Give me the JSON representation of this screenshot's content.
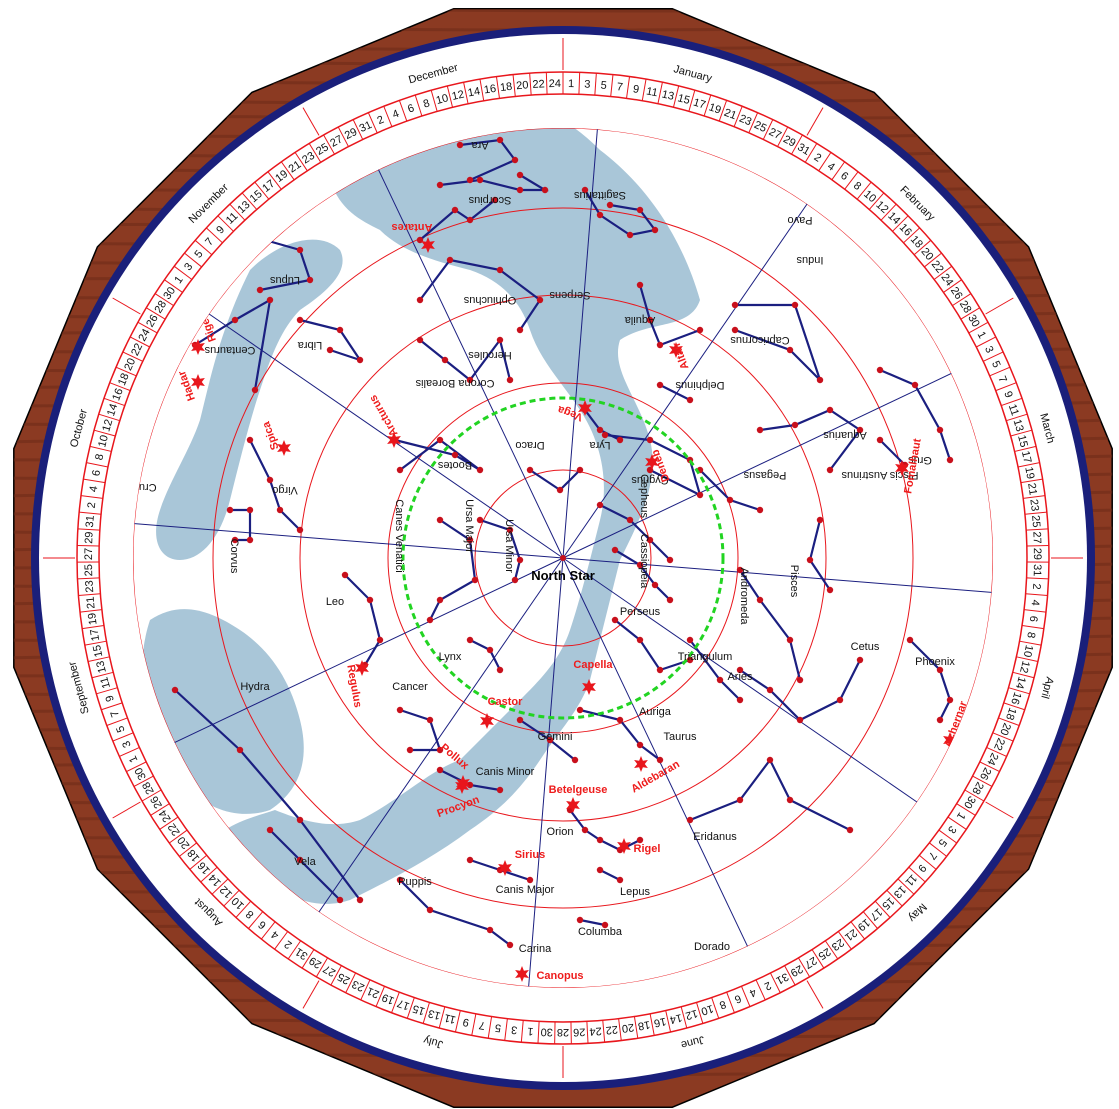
{
  "colors": {
    "wood": "#8b3a22",
    "wood_grain": "#6e2a17",
    "rim": "#1a1f7a",
    "red": "#e8161c",
    "line": "#1b1f80",
    "milky_way": "#a9c6d8",
    "vision": "#22d422"
  },
  "center_label": "North Star",
  "months": [
    "January",
    "February",
    "March",
    "April",
    "May",
    "June",
    "July",
    "August",
    "September",
    "October",
    "November",
    "December"
  ],
  "date_numbers": [
    "1",
    "3",
    "5",
    "7",
    "9",
    "11",
    "13",
    "15",
    "17",
    "19",
    "21",
    "23",
    "25",
    "27",
    "29",
    "31",
    "2",
    "4",
    "6",
    "8",
    "10",
    "12",
    "14",
    "16",
    "18",
    "20",
    "22",
    "24",
    "26",
    "28",
    "30"
  ],
  "constellations": [
    {
      "name": "Ara"
    },
    {
      "name": "Scorpius"
    },
    {
      "name": "Sagittarius"
    },
    {
      "name": "Pavo"
    },
    {
      "name": "Indus"
    },
    {
      "name": "Lupus"
    },
    {
      "name": "Ophiuchus"
    },
    {
      "name": "Serpens"
    },
    {
      "name": "Aquila"
    },
    {
      "name": "Capricornus"
    },
    {
      "name": "Libra"
    },
    {
      "name": "Centaurus"
    },
    {
      "name": "Hercules"
    },
    {
      "name": "Corona Borealis"
    },
    {
      "name": "Delphinus"
    },
    {
      "name": "Grus"
    },
    {
      "name": "Aquarius"
    },
    {
      "name": "Piscis Austrinus"
    },
    {
      "name": "Lyra"
    },
    {
      "name": "Draco"
    },
    {
      "name": "Bootes"
    },
    {
      "name": "Cygnus"
    },
    {
      "name": "Pegasus"
    },
    {
      "name": "Crux"
    },
    {
      "name": "Virgo"
    },
    {
      "name": "Canes Venatici"
    },
    {
      "name": "Ursa Major"
    },
    {
      "name": "Ursa Minor"
    },
    {
      "name": "Cepheus"
    },
    {
      "name": "Cassiopeia"
    },
    {
      "name": "Corvus"
    },
    {
      "name": "Andromeda"
    },
    {
      "name": "Pisces"
    },
    {
      "name": "Leo"
    },
    {
      "name": "Perseus"
    },
    {
      "name": "Lynx"
    },
    {
      "name": "Hydra"
    },
    {
      "name": "Triangulum"
    },
    {
      "name": "Aries"
    },
    {
      "name": "Cetus"
    },
    {
      "name": "Phoenix"
    },
    {
      "name": "Cancer"
    },
    {
      "name": "Auriga"
    },
    {
      "name": "Gemini"
    },
    {
      "name": "Taurus"
    },
    {
      "name": "Canis Minor"
    },
    {
      "name": "Orion"
    },
    {
      "name": "Eridanus"
    },
    {
      "name": "Vela"
    },
    {
      "name": "Canis Major"
    },
    {
      "name": "Lepus"
    },
    {
      "name": "Puppis"
    },
    {
      "name": "Columba"
    },
    {
      "name": "Carina"
    },
    {
      "name": "Dorado"
    }
  ],
  "stars": [
    {
      "name": "Antares"
    },
    {
      "name": "Rigel Kent"
    },
    {
      "name": "Hadar"
    },
    {
      "name": "Spica"
    },
    {
      "name": "Arcturus"
    },
    {
      "name": "Vega"
    },
    {
      "name": "Altair"
    },
    {
      "name": "Deneb"
    },
    {
      "name": "Fomalhaut"
    },
    {
      "name": "Regulus"
    },
    {
      "name": "Capella"
    },
    {
      "name": "Castor"
    },
    {
      "name": "Pollux"
    },
    {
      "name": "Aldebaran"
    },
    {
      "name": "Procyon"
    },
    {
      "name": "Betelgeuse"
    },
    {
      "name": "Sirius"
    },
    {
      "name": "Rigel"
    },
    {
      "name": "Canopus"
    },
    {
      "name": "Achernar"
    }
  ]
}
